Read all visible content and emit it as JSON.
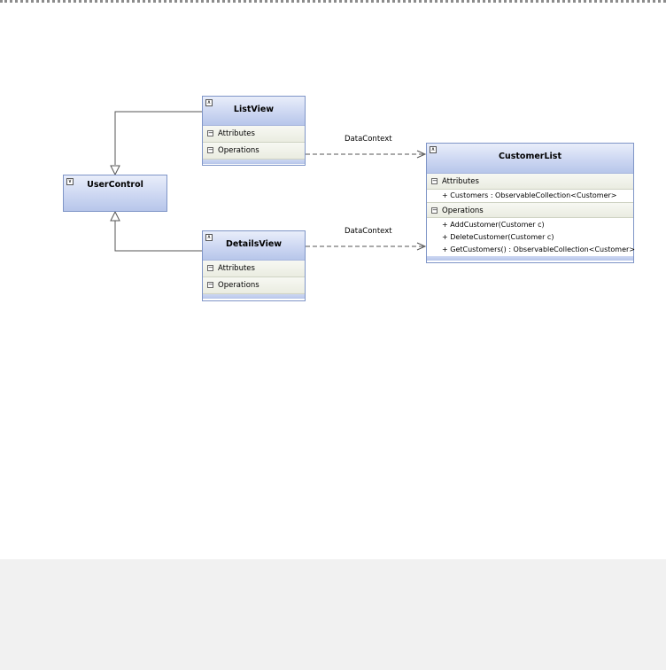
{
  "classes": {
    "user_control": {
      "name": "UserControl"
    },
    "list_view": {
      "name": "ListView",
      "attributes_label": "Attributes",
      "operations_label": "Operations"
    },
    "details_view": {
      "name": "DetailsView",
      "attributes_label": "Attributes",
      "operations_label": "Operations"
    },
    "customer_list": {
      "name": "CustomerList",
      "attributes_label": "Attributes",
      "attributes": [
        "+ Customers : ObservableCollection<Customer>"
      ],
      "operations_label": "Operations",
      "operations": [
        "+ AddCustomer(Customer c)",
        "+ DeleteCustomer(Customer c)",
        "+ GetCustomers() : ObservableCollection<Customer>"
      ]
    }
  },
  "associations": {
    "listview_to_customerlist": "DataContext",
    "detailsview_to_customerlist": "DataContext"
  },
  "colors": {
    "class_border": "#7f95c7",
    "connector": "#555555"
  }
}
